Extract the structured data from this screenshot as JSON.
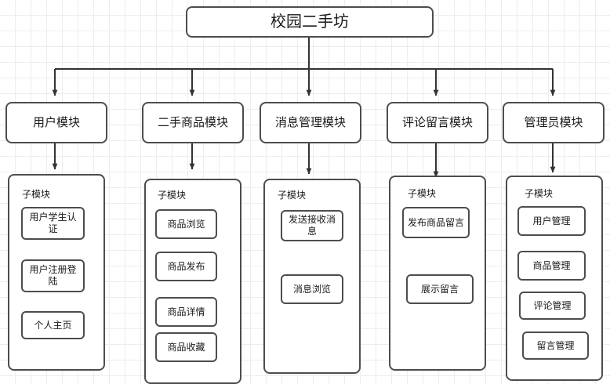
{
  "diagram": {
    "title": "校园二手坊",
    "sub_label": "子模块",
    "modules": [
      {
        "name": "用户模块",
        "children": [
          "用户学生认证",
          "用户注册登陆",
          "个人主页"
        ]
      },
      {
        "name": "二手商品模块",
        "children": [
          "商品浏览",
          "商品发布",
          "商品详情",
          "商品收藏"
        ]
      },
      {
        "name": "消息管理模块",
        "children": [
          "发送接收消息",
          "消息浏览"
        ]
      },
      {
        "name": "评论留言模块",
        "children": [
          "发布商品留言",
          "展示留言"
        ]
      },
      {
        "name": "管理员模块",
        "children": [
          "用户管理",
          "商品管理",
          "评论管理",
          "留言管理"
        ]
      }
    ],
    "colors": {
      "stroke": "#4d4d4d",
      "text": "#1a1a1a",
      "background": "#ffffff",
      "grid": "#ededed"
    }
  }
}
